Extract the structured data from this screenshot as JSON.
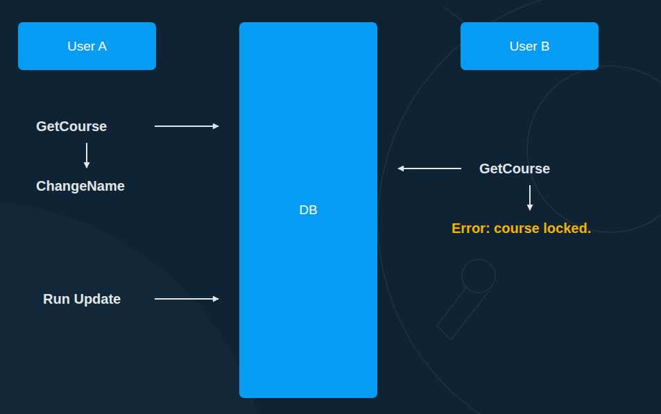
{
  "diagram": {
    "nodes": [
      {
        "text": [
          "User A"
        ]
      },
      {
        "text": [
          "DB"
        ]
      },
      {
        "text": [
          "User B"
        ]
      },
      {
        "text": [
          "GetCourse"
        ]
      },
      {
        "text": [
          "ChangeName"
        ]
      },
      {
        "text": [
          "Run Update"
        ]
      },
      {
        "text": [
          "GetCourse"
        ]
      },
      {
        "text": [
          "Error: course locked."
        ]
      }
    ],
    "edges": [
      {
        "from": 3,
        "to": 1,
        "arrow": "to"
      },
      {
        "from": 3,
        "to": 4,
        "arrow": "to"
      },
      {
        "from": 5,
        "to": 1,
        "arrow": "to"
      },
      {
        "from": 6,
        "to": 1,
        "arrow": "to"
      },
      {
        "from": 6,
        "to": 7,
        "arrow": "to"
      }
    ]
  }
}
